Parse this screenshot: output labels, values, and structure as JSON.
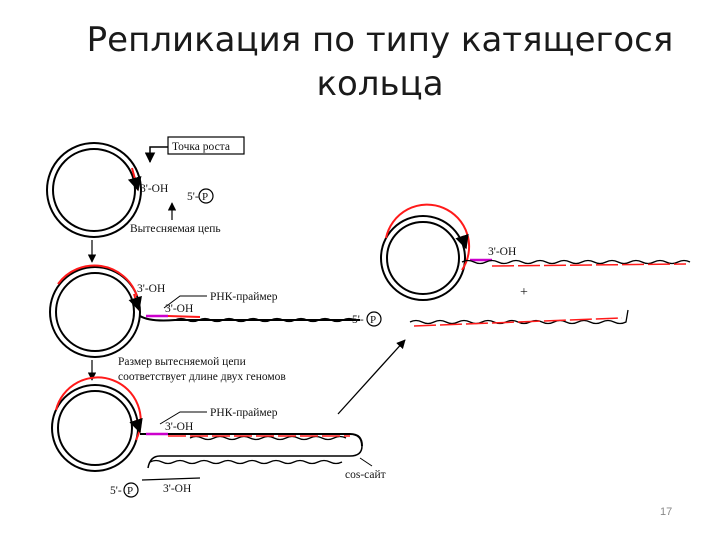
{
  "title": {
    "line1": "Репликация по типу катящегося",
    "line2": "кольца"
  },
  "labels": {
    "growth_point": "Точка роста",
    "oh3": "3'-OH",
    "p5": "5'-",
    "p_letter": "P",
    "displaced_strand": "Вытесняемая цепь",
    "rna_primer": "РНК-праймер",
    "size_line1": "Размер вытесняемой цепи",
    "size_line2": "соответствует длине двух геномов",
    "cos_site": "cos-сайт",
    "plus": "+"
  },
  "page_number": "17",
  "colors": {
    "strand": "#000000",
    "new_dna": "#ff1a1a",
    "primer": "#cc00cc"
  }
}
